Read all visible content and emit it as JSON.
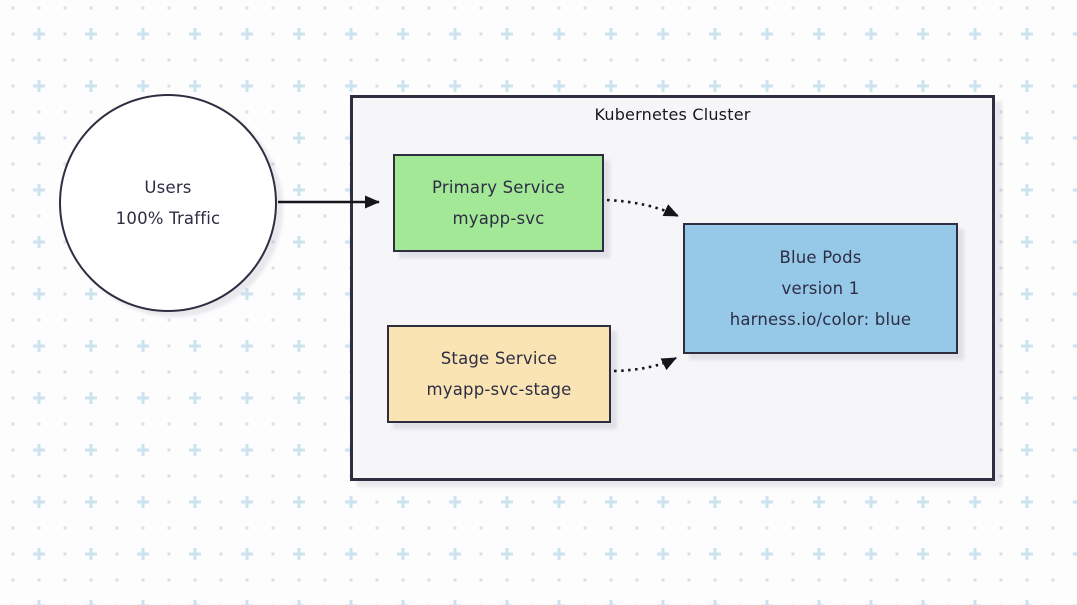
{
  "diagram": {
    "cluster": {
      "title": "Kubernetes Cluster",
      "fill": "#f6f6f9",
      "border_color": "#2f2e41"
    },
    "users_node": {
      "line1": "Users",
      "line2": "100% Traffic",
      "shape": "circle",
      "fill": "#ffffff"
    },
    "primary_service": {
      "line1": "Primary Service",
      "line2": "myapp-svc",
      "fill": "#a3e896"
    },
    "stage_service": {
      "line1": "Stage Service",
      "line2": "myapp-svc-stage",
      "fill": "#fae4b4"
    },
    "blue_pods": {
      "line1": "Blue Pods",
      "line2": "version 1",
      "line3": "harness.io/color: blue",
      "fill": "#96c8e8"
    },
    "edges": [
      {
        "from": "users_node",
        "to": "primary_service",
        "style": "solid"
      },
      {
        "from": "primary_service",
        "to": "blue_pods",
        "style": "dotted"
      },
      {
        "from": "stage_service",
        "to": "blue_pods",
        "style": "dotted"
      }
    ],
    "edge_color": "#15151c",
    "text_color": "#2d2d44"
  },
  "background": {
    "base_color": "#fdfdfe",
    "dot_color": "#d6e3eb",
    "plus_color": "#cde2ef"
  }
}
